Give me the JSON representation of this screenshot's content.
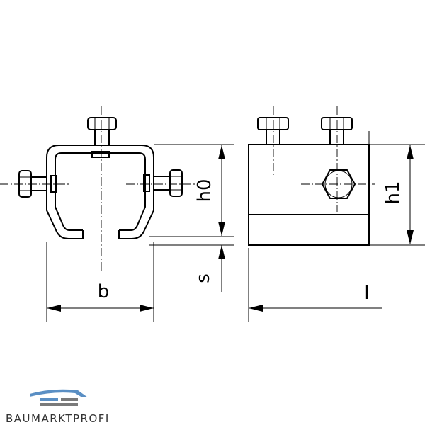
{
  "drawing": {
    "dimensions": {
      "b": "b",
      "h0": "h0",
      "s": "s",
      "h1": "h1",
      "l": "l"
    }
  },
  "logo": {
    "text": "BAUMARKTPROFI",
    "color_primary": "#5a8fc4",
    "color_secondary": "#7a7a7a"
  }
}
